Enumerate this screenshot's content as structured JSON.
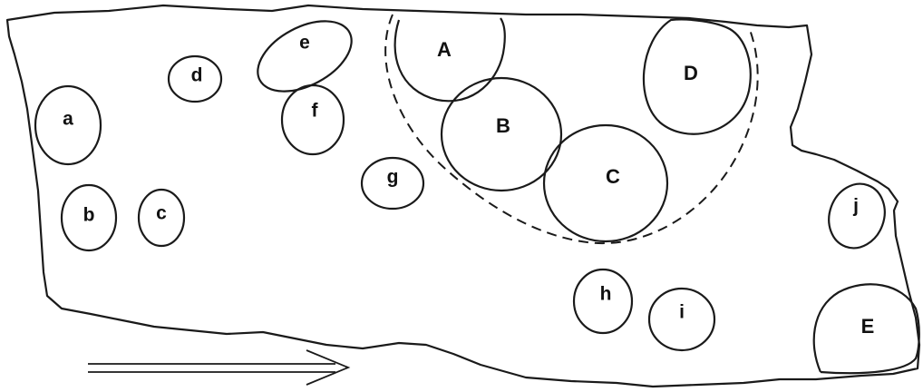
{
  "diagram": {
    "small_labels": {
      "a": "a",
      "b": "b",
      "c": "c",
      "d": "d",
      "e": "e",
      "f": "f",
      "g": "g",
      "h": "h",
      "i": "i",
      "j": "j"
    },
    "large_labels": {
      "A": "A",
      "B": "B",
      "C": "C",
      "D": "D",
      "E": "E"
    }
  }
}
